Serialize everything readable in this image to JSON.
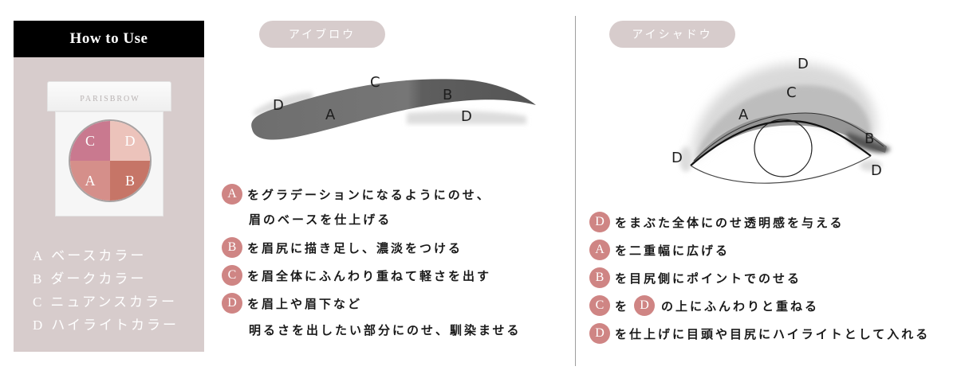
{
  "panel": {
    "title": "How to Use",
    "compact": {
      "brand": "PARISBROW",
      "quadrants": {
        "top_left": "C",
        "top_right": "D",
        "bottom_left": "A",
        "bottom_right": "B"
      }
    },
    "legend": [
      {
        "key": "A",
        "label": "ベースカラー"
      },
      {
        "key": "B",
        "label": "ダークカラー"
      },
      {
        "key": "C",
        "label": "ニュアンスカラー"
      },
      {
        "key": "D",
        "label": "ハイライトカラー"
      }
    ]
  },
  "eyebrow": {
    "pill_label": "アイブロウ",
    "diagram_labels": {
      "d_left": "D",
      "a": "A",
      "c": "C",
      "b": "B",
      "d_right": "D"
    },
    "steps": [
      {
        "badge": "A",
        "text": "をグラデーションになるようにのせ、",
        "continuation": "眉のベースを仕上げる"
      },
      {
        "badge": "B",
        "text": "を眉尻に描き足し、濃淡をつける"
      },
      {
        "badge": "C",
        "text": "を眉全体にふんわり重ねて軽さを出す"
      },
      {
        "badge": "D",
        "text": "を眉上や眉下など",
        "continuation": "明るさを出したい部分にのせ、馴染ませる"
      }
    ]
  },
  "eyeshadow": {
    "pill_label": "アイシャドウ",
    "diagram_labels": {
      "d_top": "D",
      "c": "C",
      "a": "A",
      "b": "B",
      "d_left": "D",
      "d_right": "D"
    },
    "steps": [
      {
        "badge": "D",
        "text": "をまぶた全体にのせ透明感を与える"
      },
      {
        "badge": "A",
        "text": "を二重幅に広げる"
      },
      {
        "badge": "B",
        "text": "を目尻側にポイントでのせる"
      },
      {
        "badge": "C",
        "text_before": "を",
        "badge2": "D",
        "text": "の上にふんわりと重ねる"
      },
      {
        "badge": "D",
        "text": "を仕上げに目頭や目尻にハイライトとして入れる"
      }
    ]
  },
  "colors": {
    "panel_bg": "#d7cccc",
    "header_bg": "#000000",
    "badge": "#cf8584",
    "pill": "#d7cccc",
    "divider": "#9e9e9e"
  }
}
